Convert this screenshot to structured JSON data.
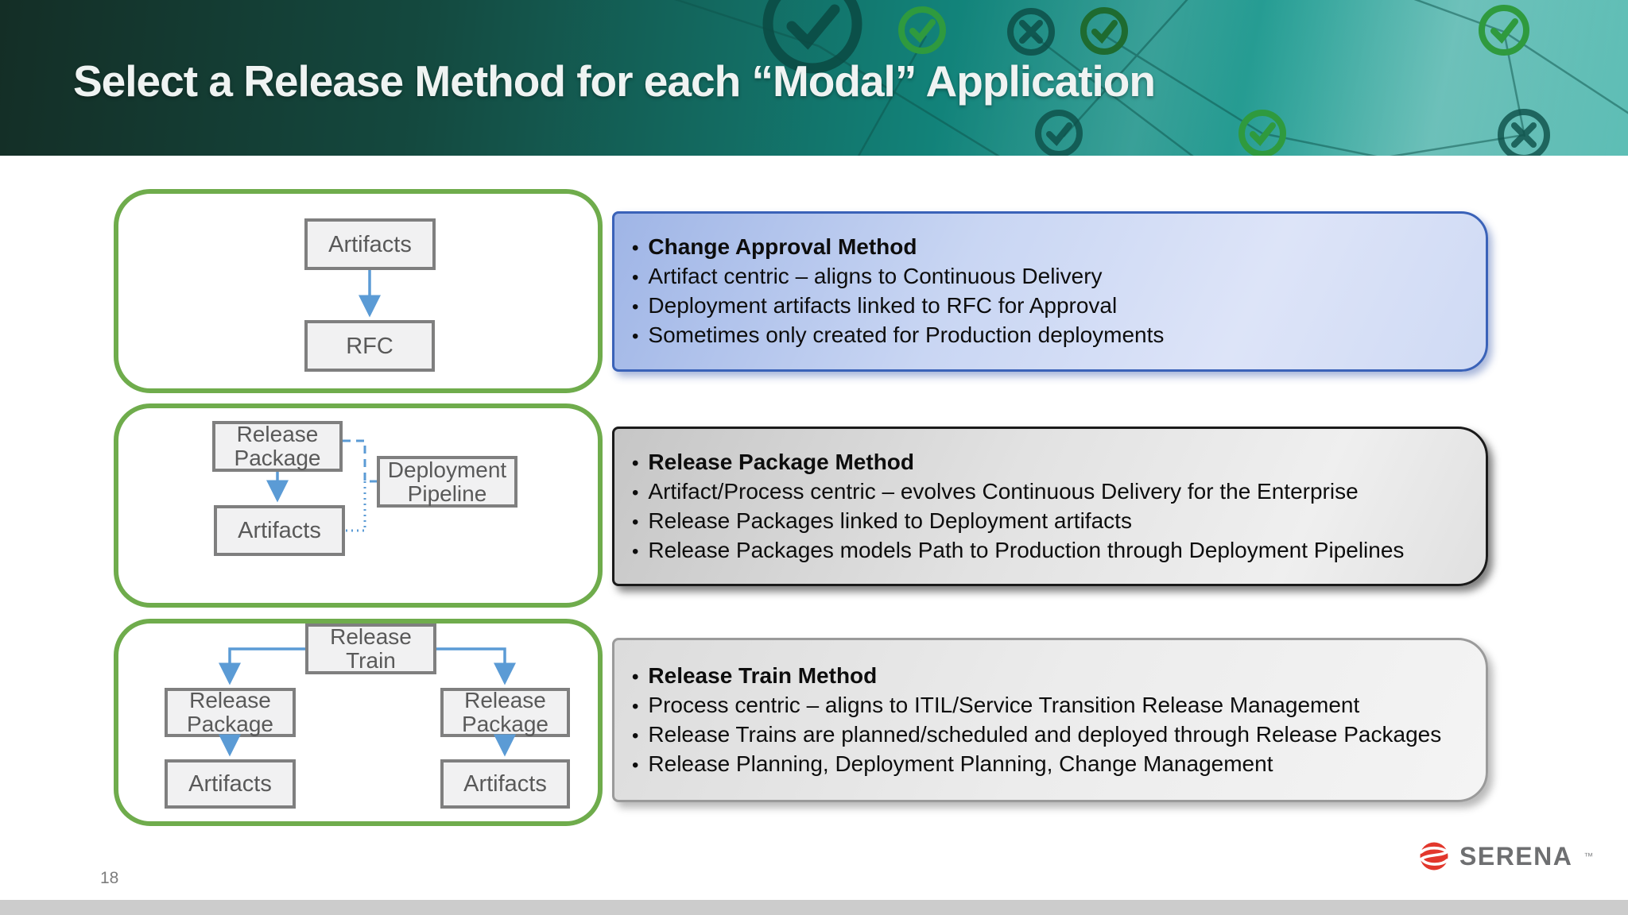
{
  "title": "Select a Release Method for each “Modal” Application",
  "page_number": "18",
  "footer": {
    "brand": "SERENA",
    "trademark": "™"
  },
  "header": {
    "icons": [
      "check",
      "check",
      "x",
      "check",
      "check",
      "check",
      "check",
      "x"
    ]
  },
  "colors": {
    "header_dark_green": "#142e26",
    "header_teal": "#1f9c92",
    "green_border": "#6fac4c",
    "node_fill": "#f1f1f2",
    "node_border": "#7f7f7f",
    "node_text": "#595959",
    "arrow_blue": "#5b9bd5",
    "panel_blue_border": "#3a62b8",
    "panel_dark_border": "#1a1a1a",
    "panel_light_border": "#9a9a9a",
    "icon_dark": "#0d4f48",
    "icon_green": "#2f9a3e",
    "brand_red": "#e2372c",
    "bottom_bar": "#cccccc"
  },
  "methods": [
    {
      "name": "Change Approval Method",
      "bullets": [
        "Artifact centric – aligns to Continuous Delivery",
        "Deployment artifacts linked to RFC for Approval",
        "Sometimes only created for Production deployments"
      ],
      "nodes": {
        "top": "Artifacts",
        "bottom": "RFC"
      }
    },
    {
      "name": "Release Package Method",
      "bullets": [
        "Artifact/Process centric – evolves Continuous Delivery for the Enterprise",
        "Release Packages linked to Deployment artifacts",
        "Release Packages models Path to Production through Deployment Pipelines"
      ],
      "nodes": {
        "top": "Release Package",
        "side": "Deployment Pipeline",
        "bottom": "Artifacts"
      }
    },
    {
      "name": "Release Train Method",
      "bullets": [
        "Process centric – aligns to ITIL/Service Transition Release Management",
        "Release Trains are planned/scheduled and deployed through Release Packages",
        "Release Planning, Deployment Planning, Change Management"
      ],
      "nodes": {
        "root": "Release Train",
        "left_mid": "Release Package",
        "right_mid": "Release Package",
        "left_leaf": "Artifacts",
        "right_leaf": "Artifacts"
      }
    }
  ]
}
